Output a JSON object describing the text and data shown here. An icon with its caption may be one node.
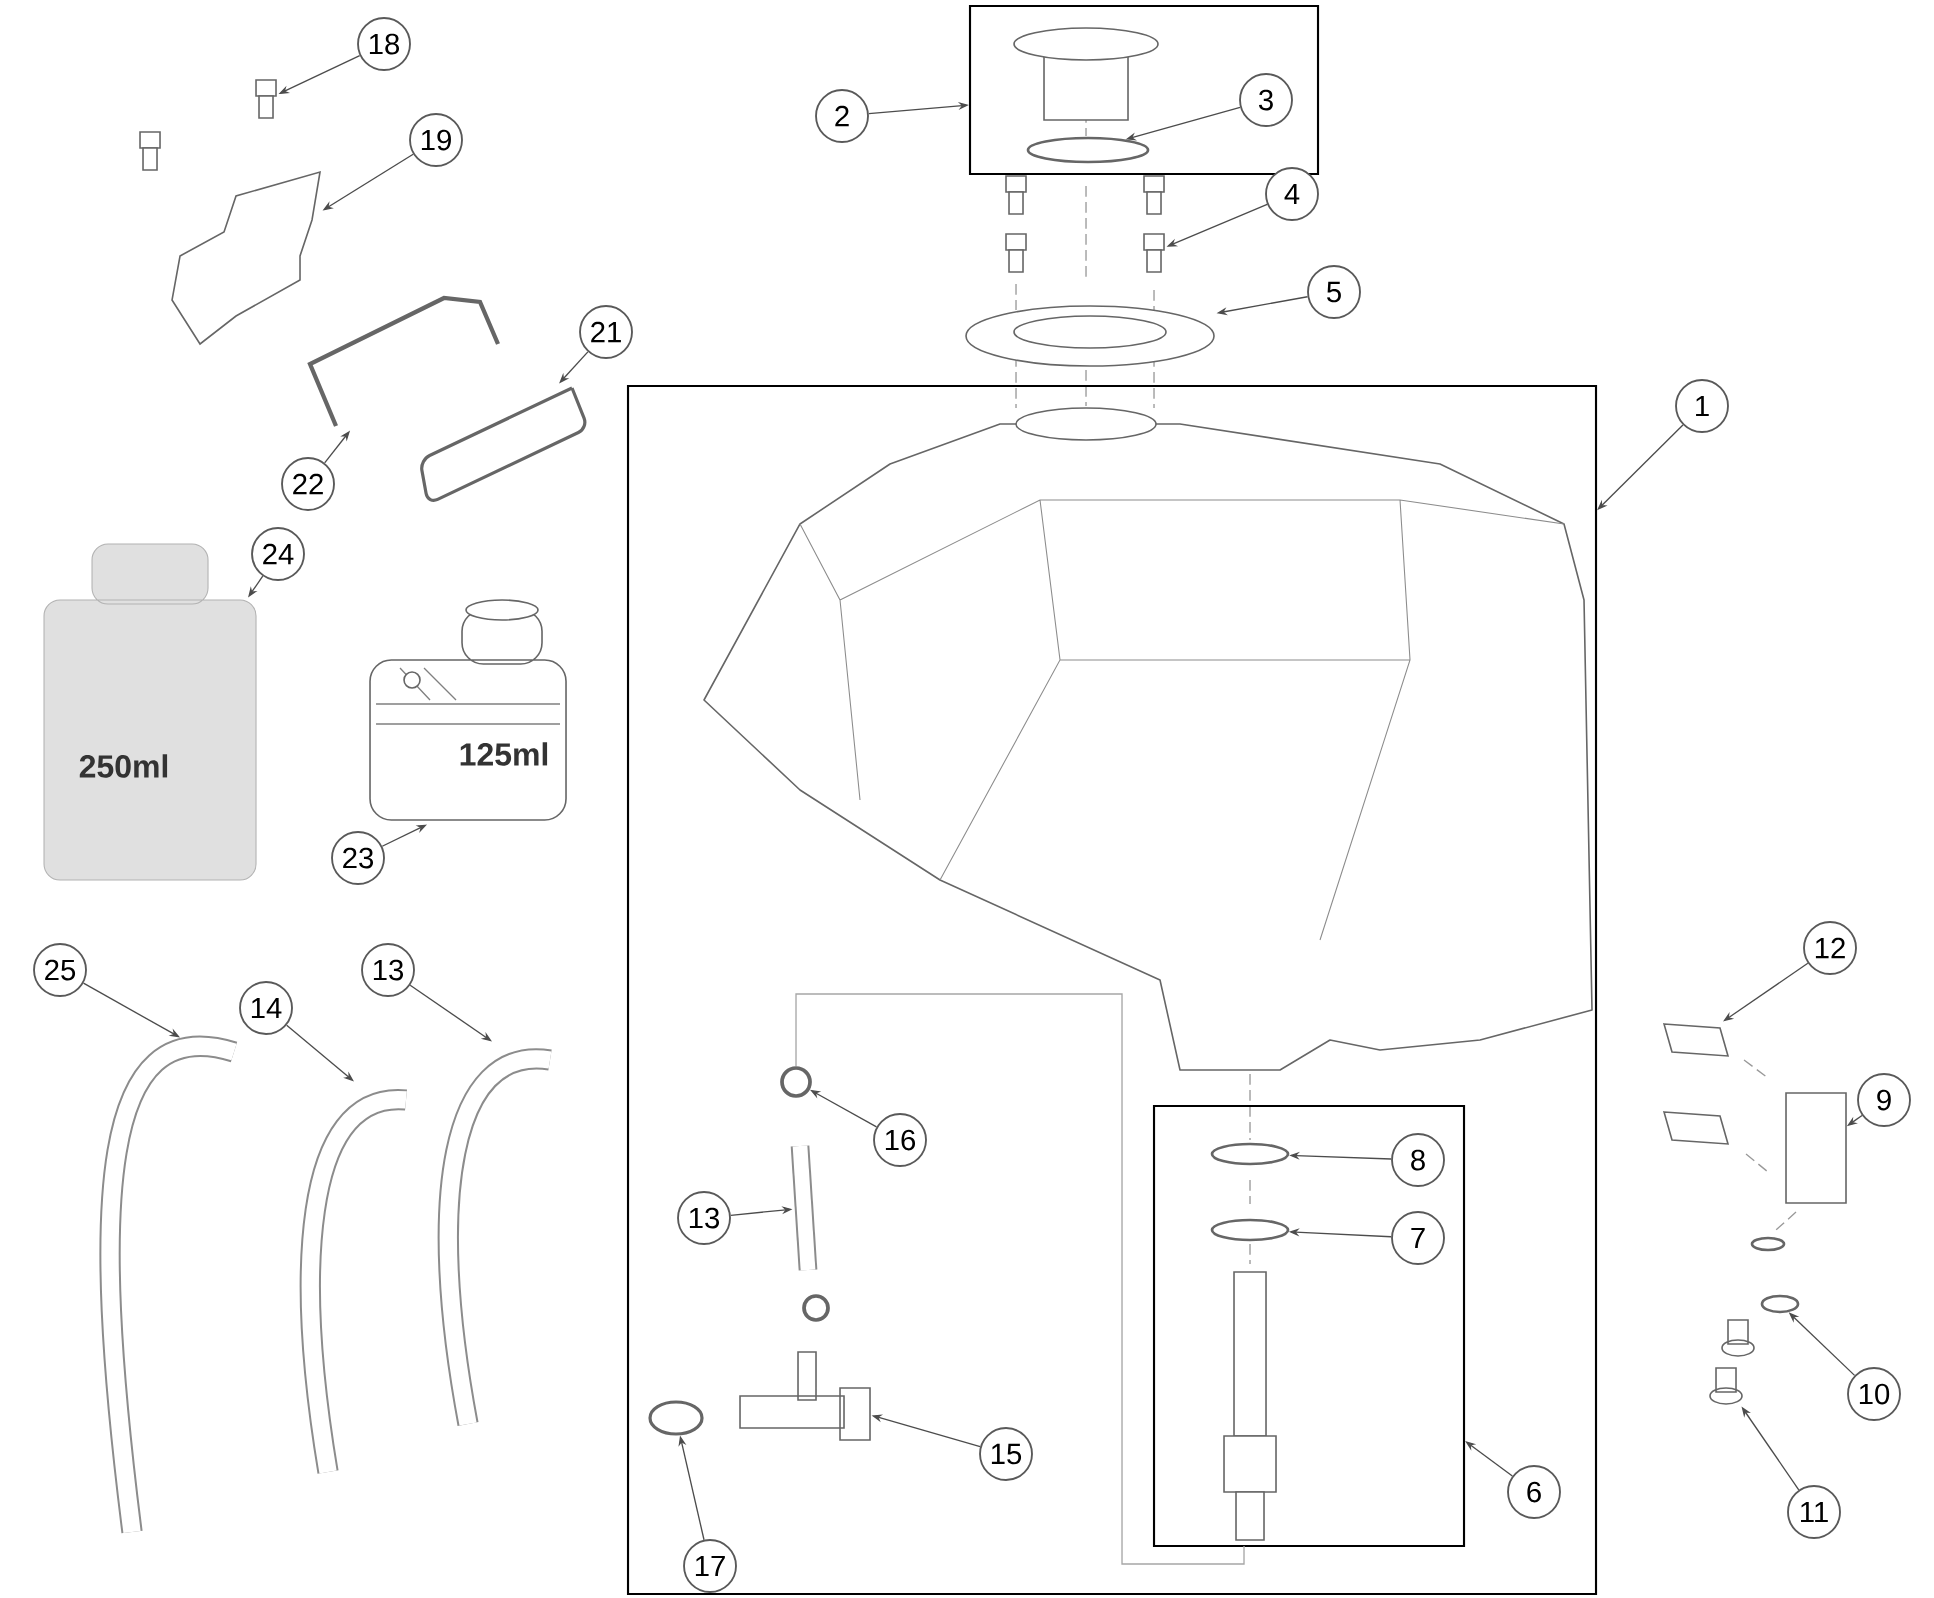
{
  "diagram": {
    "nodes": [
      {
        "text": [
          "18"
        ]
      },
      {
        "text": [
          "19"
        ]
      },
      {
        "text": [
          "21"
        ]
      },
      {
        "text": [
          "22"
        ]
      },
      {
        "text": [
          "24"
        ]
      },
      {
        "text": [
          "23"
        ]
      },
      {
        "text": [
          "25"
        ]
      },
      {
        "text": [
          "14"
        ]
      },
      {
        "text": [
          "13"
        ]
      },
      {
        "text": [],
        "shape": "box"
      },
      {
        "text": [
          "2"
        ]
      },
      {
        "text": [
          "3"
        ],
        "in": 9
      },
      {
        "text": [
          "4"
        ]
      },
      {
        "text": [
          "5"
        ]
      },
      {
        "text": [
          "1"
        ]
      },
      {
        "text": [],
        "shape": "box"
      },
      {
        "text": [
          "16"
        ],
        "in": 15
      },
      {
        "text": [
          "13"
        ],
        "in": 15
      },
      {
        "text": [
          "15"
        ],
        "in": 15
      },
      {
        "text": [
          "17"
        ],
        "in": 15
      },
      {
        "text": [],
        "shape": "box",
        "in": 15
      },
      {
        "text": [
          "8"
        ],
        "in": 20
      },
      {
        "text": [
          "7"
        ],
        "in": 20
      },
      {
        "text": [
          "6"
        ],
        "in": 15
      },
      {
        "text": [
          "12"
        ]
      },
      {
        "text": [
          "9"
        ]
      },
      {
        "text": [
          "10"
        ]
      },
      {
        "text": [
          "11"
        ]
      },
      {
        "text": [],
        "shape": "picture"
      },
      {
        "text": [],
        "shape": "picture"
      },
      {
        "text": [],
        "shape": "picture"
      },
      {
        "text": [],
        "shape": "picture"
      },
      {
        "text": [],
        "shape": "picture"
      },
      {
        "text": [],
        "shape": "picture"
      },
      {
        "text": [],
        "shape": "picture"
      },
      {
        "text": [],
        "shape": "picture"
      },
      {
        "text": [],
        "shape": "picture"
      },
      {
        "text": [],
        "shape": "circle",
        "in": 9
      },
      {
        "text": [],
        "shape": "picture"
      },
      {
        "text": [],
        "shape": "picture"
      },
      {
        "text": [],
        "shape": "circle",
        "in": 15
      },
      {
        "text": [],
        "shape": "picture",
        "in": 15
      },
      {
        "text": [],
        "shape": "picture",
        "in": 15
      },
      {
        "text": [],
        "shape": "circle",
        "in": 15
      },
      {
        "text": [],
        "shape": "circle",
        "in": 20
      },
      {
        "text": [],
        "shape": "circle",
        "in": 20
      },
      {
        "text": [],
        "shape": "picture"
      },
      {
        "text": [],
        "shape": "box"
      },
      {
        "text": [],
        "shape": "circle"
      },
      {
        "text": [],
        "shape": "picture"
      }
    ],
    "edges": [
      {
        "from": 0,
        "to": 28,
        "arrow": "to"
      },
      {
        "from": 1,
        "to": 29,
        "arrow": "to"
      },
      {
        "from": 2,
        "to": 30,
        "arrow": "to"
      },
      {
        "from": 3,
        "to": 31,
        "arrow": "to"
      },
      {
        "from": 4,
        "to": 32,
        "arrow": "to"
      },
      {
        "from": 5,
        "to": 33,
        "arrow": "to"
      },
      {
        "from": 6,
        "to": 34,
        "arrow": "to"
      },
      {
        "from": 7,
        "to": 35,
        "arrow": "to"
      },
      {
        "from": 8,
        "to": 36,
        "arrow": "to"
      },
      {
        "from": 10,
        "to": 9,
        "arrow": "to"
      },
      {
        "from": 11,
        "to": 37,
        "arrow": "to"
      },
      {
        "from": 12,
        "to": 38,
        "arrow": "to"
      },
      {
        "from": 13,
        "to": 39,
        "arrow": "to"
      },
      {
        "from": 14,
        "to": 15,
        "arrow": "to"
      },
      {
        "from": 16,
        "to": 40,
        "arrow": "to"
      },
      {
        "from": 17,
        "to": 41,
        "arrow": "to"
      },
      {
        "from": 18,
        "to": 42,
        "arrow": "to"
      },
      {
        "from": 19,
        "to": 43,
        "arrow": "to"
      },
      {
        "from": 21,
        "to": 44,
        "arrow": "to"
      },
      {
        "from": 22,
        "to": 45,
        "arrow": "to"
      },
      {
        "from": 23,
        "to": 20,
        "arrow": "to"
      },
      {
        "from": 24,
        "to": 46,
        "arrow": "to"
      },
      {
        "from": 25,
        "to": 47,
        "arrow": "to"
      },
      {
        "from": 26,
        "to": 48,
        "arrow": "to"
      },
      {
        "from": 27,
        "to": 49,
        "arrow": "to"
      },
      {
        "from": 40,
        "to": 20,
        "arrow": "none",
        "color": "#a6a6a6"
      }
    ],
    "labels": [
      "250ml",
      "125ml"
    ]
  }
}
